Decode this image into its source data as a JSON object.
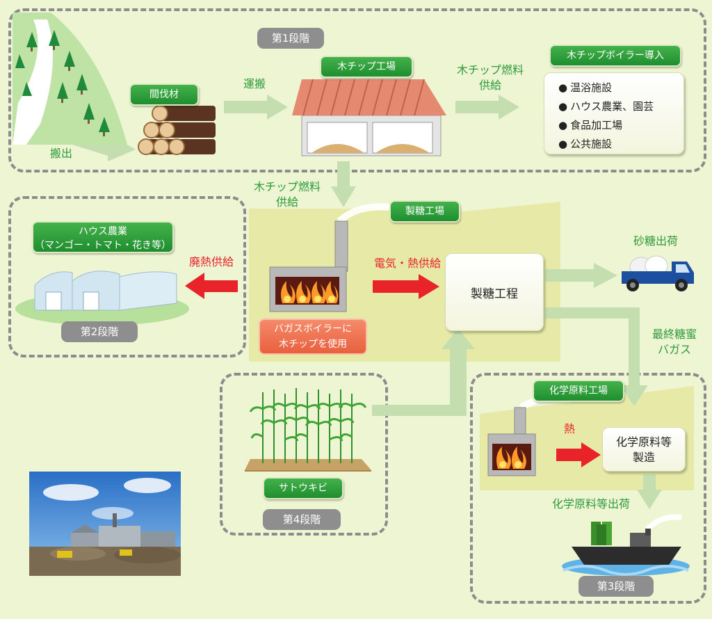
{
  "stage_labels": {
    "stage1": "第1段階",
    "stage2": "第2段階",
    "stage3": "第3段階",
    "stage4": "第4段階"
  },
  "nodes": {
    "thinned_wood": "間伐材",
    "wood_chip_factory": "木チップ工場",
    "wood_chip_boiler": "木チップボイラー導入",
    "greenhouse_farming": [
      "ハウス農業",
      "（マンゴー・トマト・花き等）"
    ],
    "sugar_factory": "製糖工場",
    "bagasse_boiler": [
      "バガスボイラーに",
      "木チップを使用"
    ],
    "sugar_process": "製糖工程",
    "chemical_factory": "化学原料工場",
    "chemical_production": [
      "化学原料等",
      "製造"
    ],
    "sugarcane": "サトウキビ"
  },
  "boiler_uses": [
    "温浴施設",
    "ハウス農業、園芸",
    "食品加工場",
    "公共施設"
  ],
  "flows": {
    "carry_out": "搬出",
    "transport": "運搬",
    "chip_supply_1": [
      "木チップ燃料",
      "供給"
    ],
    "chip_supply_2": [
      "木チップ燃料",
      "供給"
    ],
    "waste_heat": "廃熱供給",
    "power_heat": "電気・熱供給",
    "sugar_shipping": "砂糖出荷",
    "molasses_bagasse": [
      "最終糖蜜",
      "バガス"
    ],
    "heat": "熱",
    "chemical_shipping": "化学原料等出荷"
  },
  "colors": {
    "background": "#eef5d2",
    "facility": "#e6eaa6",
    "green_arrow": "#c4deb0",
    "red_arrow": "#e8232a",
    "label_green": "#2d9a3c",
    "stage_grey": "#8e8e8e"
  }
}
